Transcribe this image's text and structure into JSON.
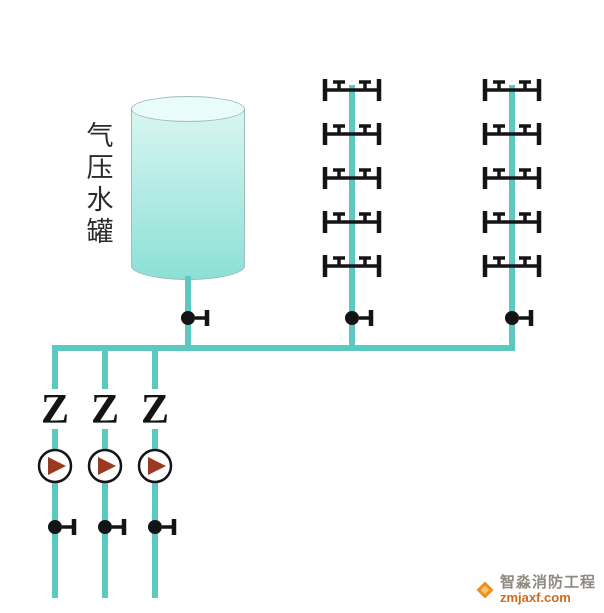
{
  "diagram": {
    "tank": {
      "label": "气压水罐",
      "label_chars": [
        "气",
        "压",
        "水",
        "罐"
      ]
    },
    "branches": {
      "z_labels": [
        "Z",
        "Z",
        "Z"
      ]
    },
    "icons": {
      "hydrant": "hydrant-tap-icon",
      "valve": "valve-icon",
      "pump": "pump-icon"
    },
    "colors": {
      "pipe": "#5cc8c2",
      "tank_top": "#eafcfa",
      "tank_body_light": "#d9f6f2",
      "tank_body_dark": "#8ce0d6",
      "tank_stroke": "#9fbcbc",
      "symbol": "#141414",
      "pump_triangle": "#9a3a20",
      "wm_brand": "#8d8a80",
      "wm_domain": "#cf6a1d",
      "wm_logo": "#ef8f1f"
    },
    "watermark": {
      "brand": "智淼消防工程",
      "domain": "zmjaxf.com"
    }
  }
}
